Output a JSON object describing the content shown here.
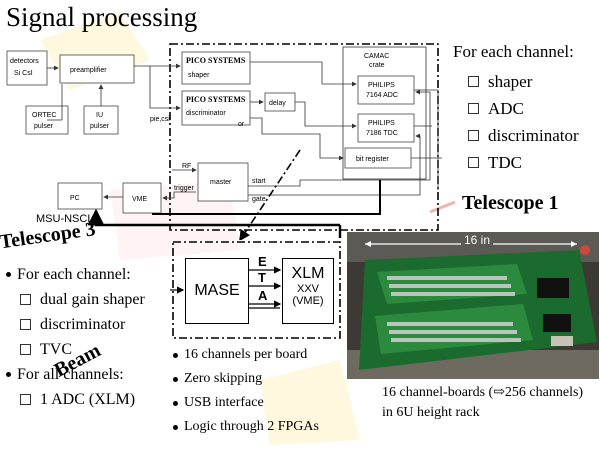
{
  "title": "Signal processing",
  "watermarks": [
    "Telescope 1",
    "Telescope 3",
    "Beam"
  ],
  "right_panel": {
    "heading": "For each channel:",
    "items": [
      "shaper",
      "ADC",
      "discriminator",
      "TDC"
    ]
  },
  "schematic": {
    "detectors": "detectors",
    "detectors_sub": "Si CsI",
    "preamplifier": "preamplifier",
    "ortec": "ORTEC",
    "ortec_sub": "pulser",
    "iu": "IU",
    "iu_sub": "pulser",
    "pico_shaper": "PICO SYSTEMS",
    "pico_shaper_sub": "shaper",
    "pico_disc": "PICO SYSTEMS",
    "pico_disc_sub": "discriminator",
    "pico_disc_or": "or",
    "pie_csi": "pie,csi",
    "delay": "delay",
    "camac": "CAMAC",
    "camac_sub": "crate",
    "philips_adc": "PHILIPS",
    "philips_adc_sub": "7164 ADC",
    "philips_tdc": "PHILIPS",
    "philips_tdc_sub": "7186 TDC",
    "bit_register": "bit register",
    "rf": "RF",
    "trigger": "trigger",
    "master": "master",
    "start": "start",
    "gate": "gate",
    "vme": "VME",
    "pc": "PC",
    "msu": "MSU-NSCL"
  },
  "mase_panel": {
    "mase": "MASE",
    "signals": [
      "E",
      "T",
      "A"
    ],
    "xlm": "XLM",
    "xlm_sub": "XXV",
    "xlm_vme": "(VME)"
  },
  "left_list": [
    {
      "level": 0,
      "text": "For each channel:"
    },
    {
      "level": 1,
      "text": "dual gain shaper"
    },
    {
      "level": 1,
      "text": "discriminator"
    },
    {
      "level": 1,
      "text": "TVC"
    },
    {
      "level": 0,
      "text": "For all channels:"
    },
    {
      "level": 1,
      "text": "1 ADC (XLM)"
    }
  ],
  "features": [
    "16 channels per board",
    "Zero skipping",
    "USB interface",
    "Logic through 2 FPGAs"
  ],
  "photo": {
    "label": "16 in"
  },
  "boards_caption": {
    "line1_a": "16 channel-boards (",
    "line1_arrow": "⇨",
    "line1_b": "256 channels)",
    "line2": "in 6U height rack"
  }
}
